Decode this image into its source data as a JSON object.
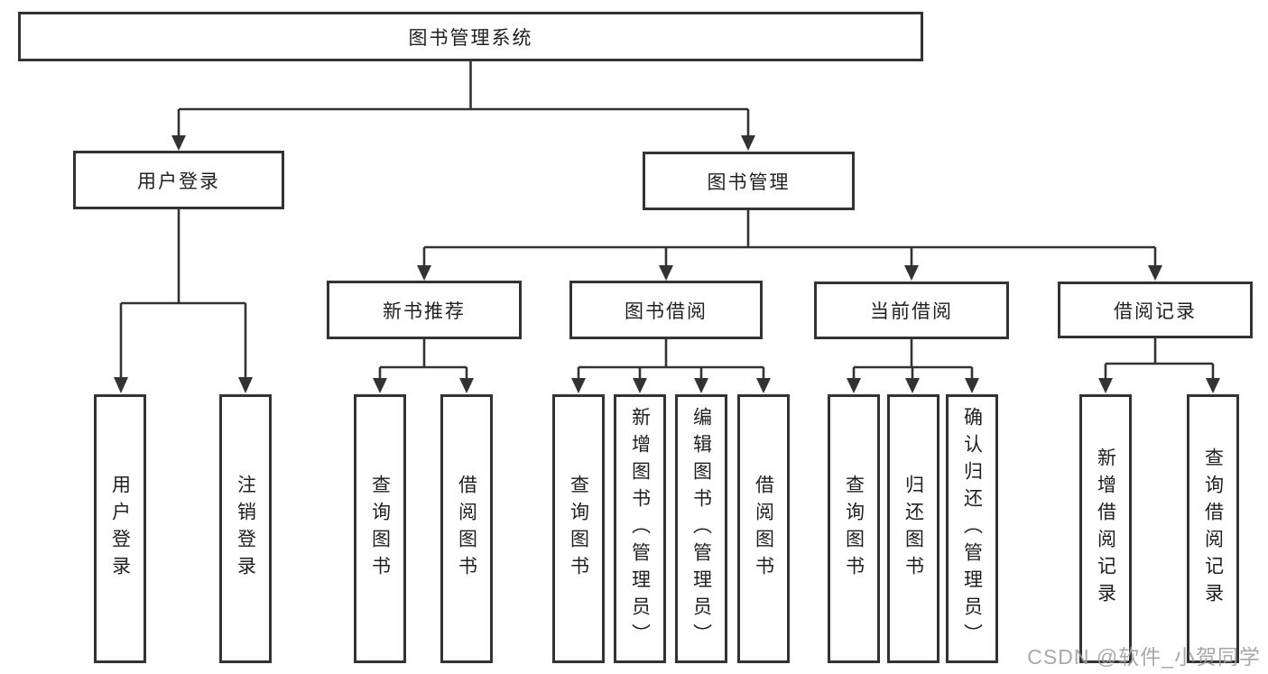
{
  "diagram": {
    "root": {
      "label": "图书管理系统"
    },
    "level2": {
      "user_login": {
        "label": "用户登录"
      },
      "book_management": {
        "label": "图书管理"
      }
    },
    "level3": {
      "new_books": {
        "label": "新书推荐"
      },
      "book_borrow": {
        "label": "图书借阅"
      },
      "current_borrow": {
        "label": "当前借阅"
      },
      "borrow_records": {
        "label": "借阅记录"
      }
    },
    "leaves": {
      "user_login_login": "用户登录",
      "user_login_logout": "注销登录",
      "new_books_query": "查询图书",
      "new_books_borrow": "借阅图书",
      "book_borrow_query": "查询图书",
      "book_borrow_add": "新增图书（管理员）",
      "book_borrow_edit": "编辑图书（管理员）",
      "book_borrow_borrow": "借阅图书",
      "current_borrow_query": "查询图书",
      "current_borrow_return": "归还图书",
      "current_borrow_confirm": "确认归还（管理员）",
      "borrow_records_add": "新增借阅记录",
      "borrow_records_query": "查询借阅记录"
    }
  },
  "watermark": {
    "text": "CSDN @软件_小贺同学"
  },
  "colors": {
    "line": "#333333",
    "text": "#1f1f1f",
    "background": "#ffffff",
    "watermark": "#9e9e9e"
  }
}
